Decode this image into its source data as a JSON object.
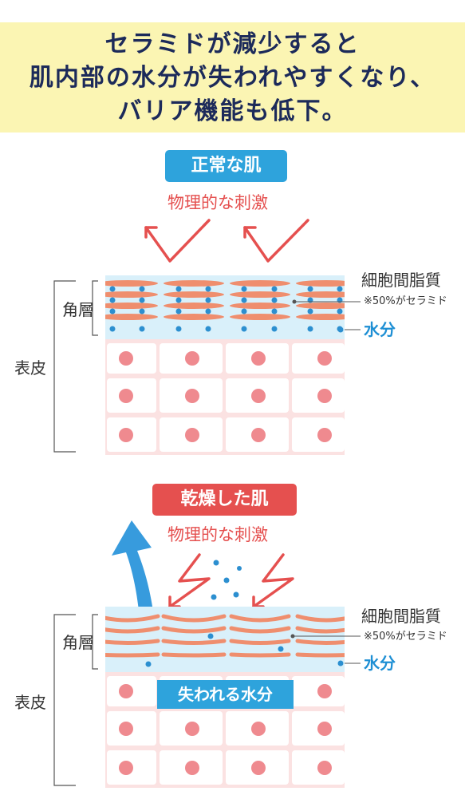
{
  "header": {
    "line1": "セラミドが減少すると",
    "line2": "肌内部の水分が失われやすくなり、",
    "line3": "バリア機能も低下。"
  },
  "normal": {
    "tag": "正常な肌",
    "stimulus": "物理的な刺激",
    "lipid_label": "細胞間脂質",
    "lipid_note": "※50%がセラミド",
    "water_label": "水分",
    "stratum_label": "角層",
    "epidermis_label": "表皮"
  },
  "dry": {
    "tag": "乾燥した肌",
    "stimulus": "物理的な刺激",
    "lipid_label": "細胞間脂質",
    "lipid_note": "※50%がセラミド",
    "water_label": "水分",
    "stratum_label": "角層",
    "epidermis_label": "表皮",
    "lost_water": "失われる水分"
  },
  "colors": {
    "header_bg": "#fbf5b3",
    "header_text": "#1c2a5a",
    "blue": "#2ea3dc",
    "red": "#e5504f",
    "lipid": "#ef8e6e",
    "cell_nucleus": "#ef8a8f",
    "cell_border": "#f9d6d6"
  }
}
